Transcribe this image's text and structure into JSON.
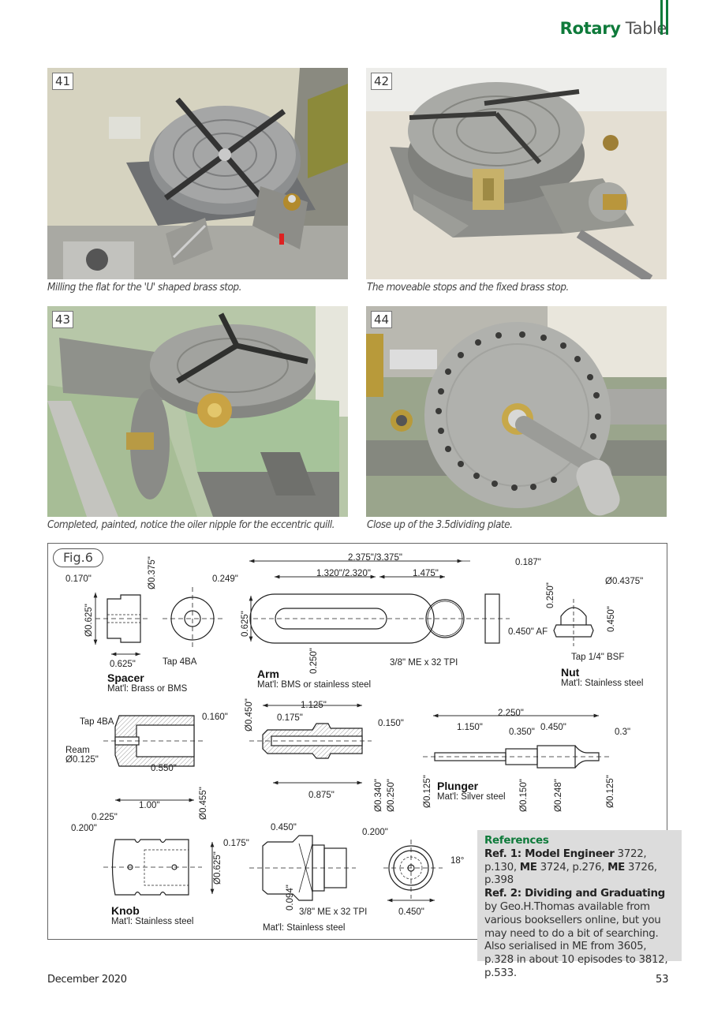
{
  "header": {
    "title_bold": "Rotary",
    "title_light": "Table",
    "accent_color": "#0e7a3a"
  },
  "photos": [
    {
      "number": "41",
      "caption": "Milling the flat for the 'U' shaped brass stop."
    },
    {
      "number": "42",
      "caption": "The moveable stops and the fixed brass stop."
    },
    {
      "number": "43",
      "caption": "Completed, painted, notice the oiler nipple for the eccentric quill."
    },
    {
      "number": "44",
      "caption": "Close up of the 3.5dividing plate."
    }
  ],
  "figure": {
    "label": "Fig.6",
    "parts": {
      "spacer": {
        "name": "Spacer",
        "material": "Mat'l: Brass or BMS",
        "dims": {
          "d1": "0.170\"",
          "d2": "Ø0.375\"",
          "d3": "0.249\"",
          "d4": "Ø0.625\"",
          "d5": "0.625\"",
          "note": "Tap 4BA"
        }
      },
      "arm": {
        "name": "Arm",
        "material": "Mat'l: BMS or stainless steel",
        "dims": {
          "overall": "2.375\"/3.375\"",
          "slot": "1.320\"/2.320\"",
          "hole": "1.475\"",
          "width": "0.625\"",
          "slot_w": "0.250\"",
          "thread": "3/8\" ME x 32 TPI",
          "thick": "0.187\""
        }
      },
      "nut": {
        "name": "Nut",
        "material": "Mat'l: Stainless steel",
        "dims": {
          "dome": "Ø0.4375\"",
          "h1": "0.250\"",
          "h2": "0.450\"",
          "af": "0.450\" AF",
          "tap": "Tap 1/4\" BSF"
        }
      },
      "knob_section": {
        "dims": {
          "tap": "Tap 4BA",
          "d1": "0.160\"",
          "ream1": "Ream",
          "ream2": "Ø0.125\"",
          "bore": "0.550\"",
          "len": "1.00\"",
          "dia": "Ø0.455\""
        }
      },
      "quill_section": {
        "dims": {
          "dia": "Ø0.450\"",
          "len": "1.125\"",
          "a": "0.175\"",
          "b": "0.150\"",
          "c": "0.875\"",
          "d": "Ø0.340\"",
          "e": "Ø0.250\""
        }
      },
      "plunger": {
        "name": "Plunger",
        "material": "Mat'l: Silver steel",
        "dims": {
          "overall": "2.250\"",
          "a": "1.150\"",
          "b": "0.350\"",
          "c": "0.450\"",
          "d": "0.3\"",
          "e": "Ø0.125\"",
          "f": "Ø0.150\"",
          "g": "Ø0.248\"",
          "h": "Ø0.125\""
        }
      },
      "knob": {
        "name": "Knob",
        "material": "Mat'l: Stainless steel",
        "dims": {
          "a": "0.225\"",
          "b": "0.200\"",
          "dia": "Ø0.625\""
        }
      },
      "quill": {
        "material": "Mat'l: Stainless steel",
        "dims": {
          "a": "0.450\"",
          "b": "0.175\"",
          "c": "0.200\"",
          "slot": "0.094\"",
          "thread": "3/8\" ME x 32 TPI",
          "af": "0.450\"",
          "angle": "18°"
        }
      }
    }
  },
  "references": {
    "heading": "References",
    "ref1_label": "Ref. 1: Model Engineer",
    "ref1_text_a": " 3722, p.130, ",
    "ref1_me2": "ME",
    "ref1_text_b": " 3724, p.276, ",
    "ref1_me3": "ME",
    "ref1_text_c": " 3726, p.398",
    "ref2_label": "Ref. 2: Dividing and Graduating",
    "ref2_text": " by Geo.H.Thomas available from various booksellers online, but you may need to do a bit of searching. Also serialised in ME from 3605, p.328 in about 10 episodes to 3812, p.533."
  },
  "footer": {
    "date": "December 2020",
    "page": "53"
  }
}
